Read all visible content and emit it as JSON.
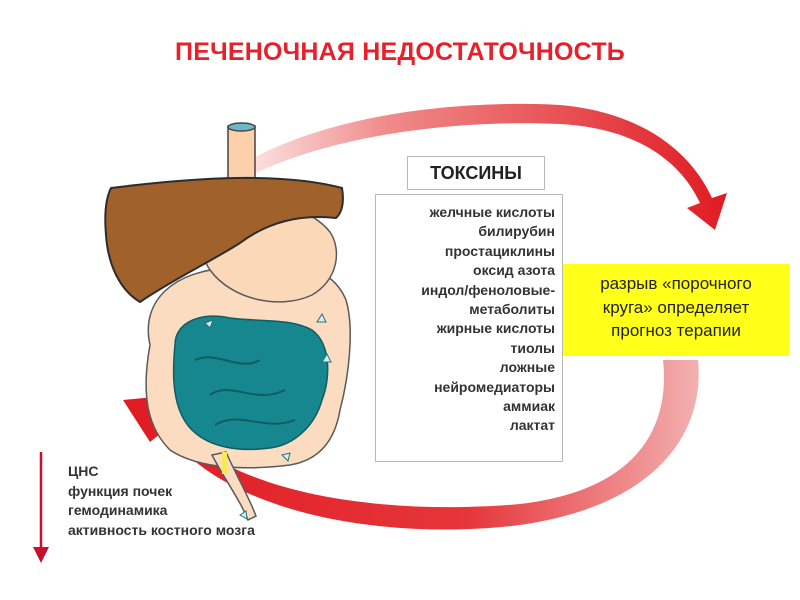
{
  "title": "ПЕЧЕНОЧНАЯ НЕДОСТАТОЧНОСТЬ",
  "toxins": {
    "heading": "ТОКСИНЫ",
    "items": [
      "желчные кислоты",
      "билирубин",
      "простациклины",
      "оксид азота",
      "индол/феноловые-",
      "метаболиты",
      "жирные кислоты",
      "тиолы",
      "ложные",
      "нейромедиаторы",
      "аммиак",
      "лактат"
    ]
  },
  "note": {
    "lines": [
      "разрыв «порочного",
      "круга» определяет",
      "прогноз терапии"
    ]
  },
  "effects": {
    "items": [
      "ЦНС",
      "функция почек",
      "гемодинамика",
      "активность костного мозга"
    ]
  },
  "colors": {
    "title": "#e8202a",
    "arrow": "#e01b22",
    "liver": "#a0612b",
    "intestine": "#17878f",
    "note_bg": "#ffff19",
    "stomach": "#fbd8b8"
  }
}
